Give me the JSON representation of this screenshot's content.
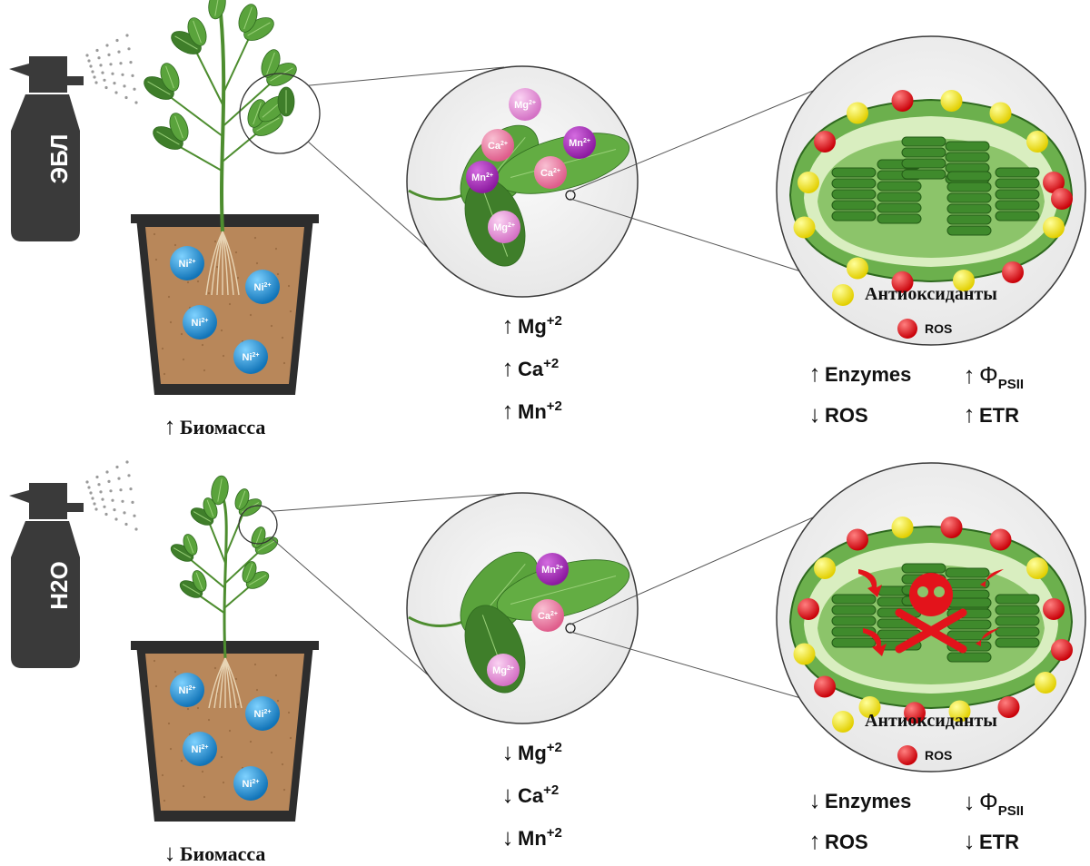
{
  "panels": [
    {
      "id": "top",
      "spray_label": "ЭБЛ",
      "soil_ions": [
        "Ni2+",
        "Ni2+",
        "Ni2+",
        "Ni2+"
      ],
      "leaf_ions": [
        "Mg2+",
        "Ca2+",
        "Mn2+",
        "Ca2+",
        "Mn2+",
        "Mg2+"
      ],
      "biomass": {
        "arrow": "up",
        "label": "Биомасса"
      },
      "ions": [
        {
          "arrow": "up",
          "name": "Mg",
          "charge": "+2"
        },
        {
          "arrow": "up",
          "name": "Ca",
          "charge": "+2"
        },
        {
          "arrow": "up",
          "name": "Mn",
          "charge": "+2"
        }
      ],
      "legend": {
        "antioxidants": "Антиоксиданты",
        "ros": "ROS"
      },
      "effects_left": [
        {
          "arrow": "up",
          "label": "Enzymes"
        },
        {
          "arrow": "down",
          "label": "ROS"
        }
      ],
      "effects_right": [
        {
          "arrow": "up",
          "symbol": "Φ",
          "sub": "PSII"
        },
        {
          "arrow": "up",
          "symbol": "ETR",
          "sub": ""
        }
      ]
    },
    {
      "id": "bottom",
      "spray_label": "H2O",
      "soil_ions": [
        "Ni2+",
        "Ni2+",
        "Ni2+",
        "Ni2+"
      ],
      "leaf_ions": [
        "Mn2+",
        "Ca2+",
        "Mg2+"
      ],
      "biomass": {
        "arrow": "down",
        "label": "Биомасса"
      },
      "ions": [
        {
          "arrow": "down",
          "name": "Mg",
          "charge": "+2"
        },
        {
          "arrow": "down",
          "name": "Ca",
          "charge": "+2"
        },
        {
          "arrow": "down",
          "name": "Mn",
          "charge": "+2"
        }
      ],
      "legend": {
        "antioxidants": "Антиоксиданты",
        "ros": "ROS"
      },
      "effects_left": [
        {
          "arrow": "down",
          "label": "Enzymes"
        },
        {
          "arrow": "up",
          "label": "ROS"
        }
      ],
      "effects_right": [
        {
          "arrow": "down",
          "symbol": "Φ",
          "sub": "PSII"
        },
        {
          "arrow": "down",
          "symbol": "ETR",
          "sub": ""
        }
      ]
    }
  ],
  "colors": {
    "soil": "#b8875a",
    "pot": "#2d2d2d",
    "leaf": "#5aa33c",
    "leaf_dark": "#3f7e2a",
    "ni_ion": "#1f8fd0",
    "mg_ion": "#e58fd6",
    "ca_ion": "#e8769e",
    "mn_ion": "#a82bb8",
    "antioxidant": "#f3e51a",
    "ros": "#e3131b",
    "chloroplast": "#4f9a3a",
    "sprayer": "#3a3a3a"
  }
}
